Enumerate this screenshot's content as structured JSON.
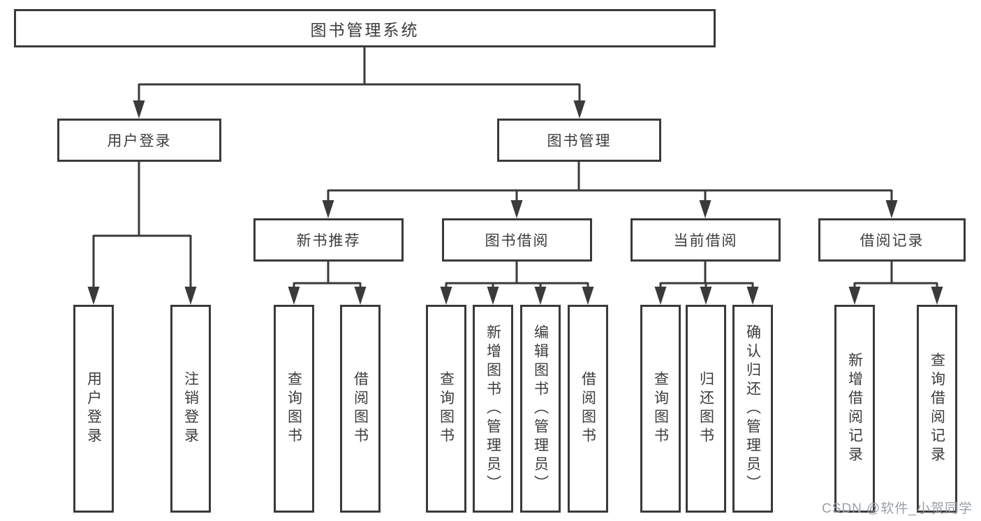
{
  "diagram": {
    "root": {
      "label": "图书管理系统"
    },
    "level2": [
      {
        "label": "用户登录",
        "children": [
          {
            "label": "用户登录"
          },
          {
            "label": "注销登录"
          }
        ]
      },
      {
        "label": "图书管理",
        "children": [
          {
            "label": "新书推荐",
            "children": [
              {
                "label": "查询图书"
              },
              {
                "label": "借阅图书"
              }
            ]
          },
          {
            "label": "图书借阅",
            "children": [
              {
                "label": "查询图书"
              },
              {
                "label": "新增图书（管理员）"
              },
              {
                "label": "编辑图书（管理员）"
              },
              {
                "label": "借阅图书"
              }
            ]
          },
          {
            "label": "当前借阅",
            "children": [
              {
                "label": "查询图书"
              },
              {
                "label": "归还图书"
              },
              {
                "label": "确认归还（管理员）"
              }
            ]
          },
          {
            "label": "借阅记录",
            "children": [
              {
                "label": "新增借阅记录"
              },
              {
                "label": "查询借阅记录"
              }
            ]
          }
        ]
      }
    ]
  },
  "watermark": {
    "text": "CSDN @软件_小贺同学"
  },
  "colors": {
    "line": "#3a3a3a",
    "text": "#3c3c3c",
    "background": "#ffffff",
    "watermark": "#9aa0a6"
  }
}
